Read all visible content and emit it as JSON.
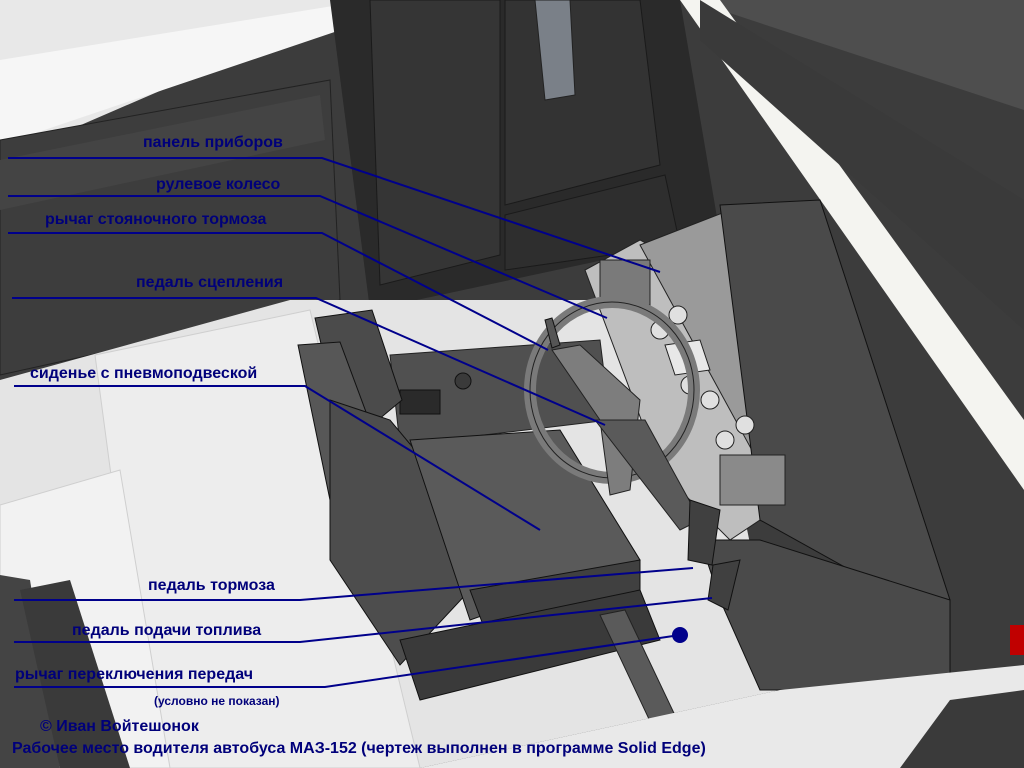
{
  "labels": {
    "instrument_panel": "панель приборов",
    "steering_wheel": "рулевое колесо",
    "parking_brake": "рычаг стояночного тормоза",
    "clutch_pedal": "педаль сцепления",
    "seat": "сиденье с пневмоподвеской",
    "brake_pedal": "педаль тормоза",
    "fuel_pedal": "педаль подачи топлива",
    "gear_lever": "рычаг переключения передач",
    "gear_lever_note": "(условно не показан)"
  },
  "caption": {
    "author": "©   Иван Войтешонок",
    "title": "Рабочее место водителя автобуса МАЗ-152   (чертеж выполнен в программе Solid Edge)"
  },
  "colors": {
    "leader": "#00008b",
    "text": "#00007a"
  }
}
